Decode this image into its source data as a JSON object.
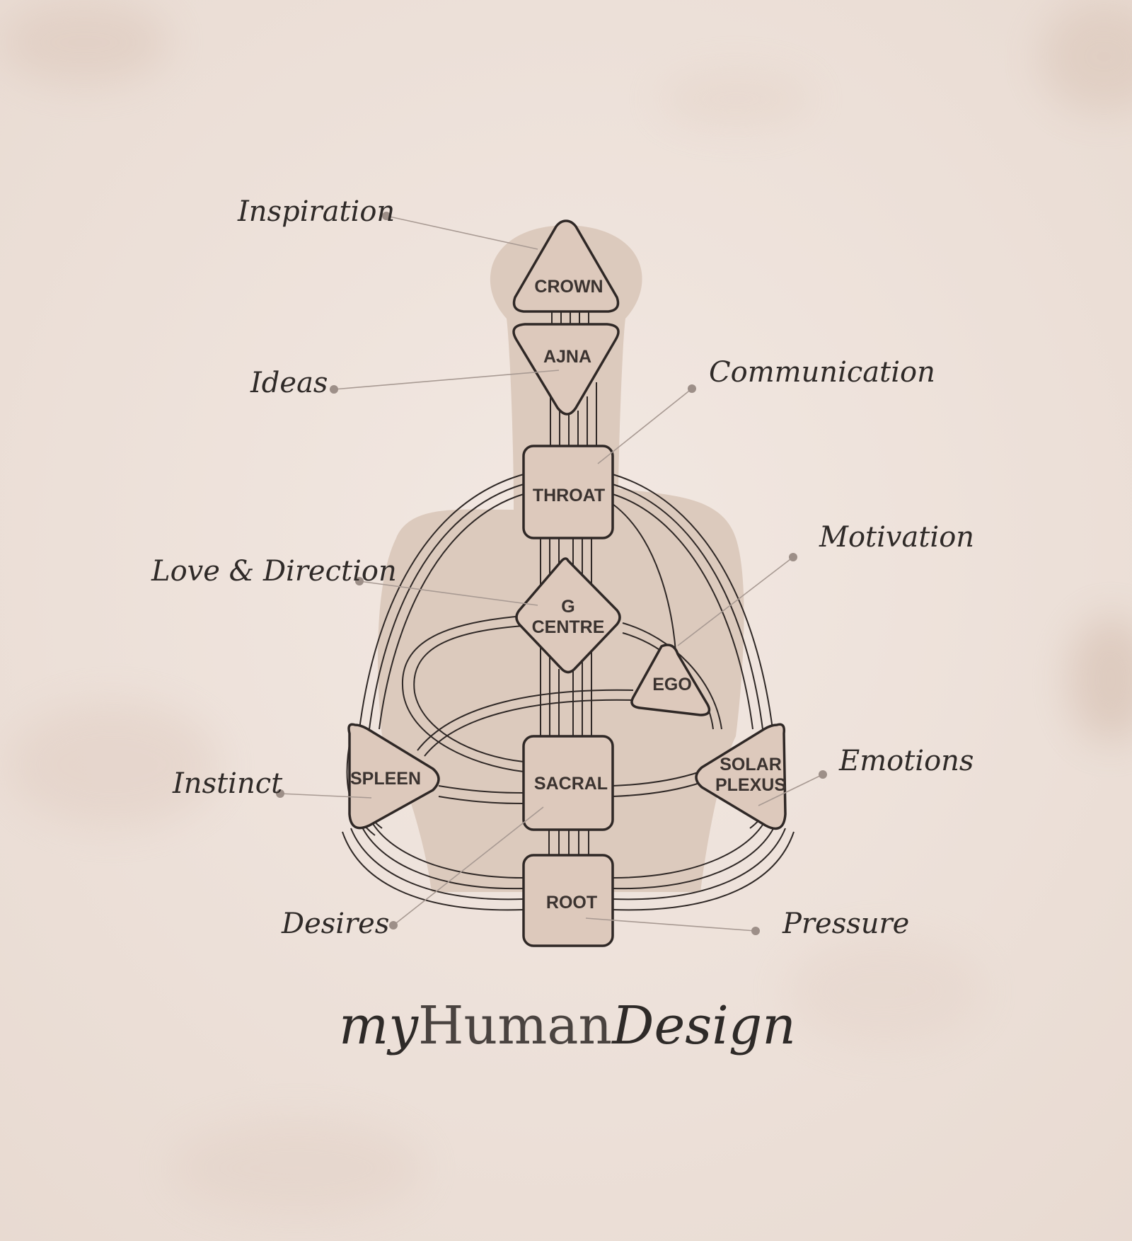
{
  "brand": {
    "prefix": "my",
    "middle": "Human",
    "suffix": "Design"
  },
  "centers": {
    "crown": [
      "CROWN"
    ],
    "ajna": [
      "AJNA"
    ],
    "throat": [
      "THROAT"
    ],
    "g_centre": [
      "G",
      "CENTRE"
    ],
    "ego": [
      "EGO"
    ],
    "spleen": [
      "SPLEEN"
    ],
    "sacral": [
      "SACRAL"
    ],
    "solar_plexus": [
      "SOLAR",
      "PLEXUS"
    ],
    "root": [
      "ROOT"
    ]
  },
  "themes": {
    "inspiration": "Inspiration",
    "ideas": "Ideas",
    "communication": "Communication",
    "motivation": "Motivation",
    "love_direction": "Love & Direction",
    "emotions": "Emotions",
    "instinct": "Instinct",
    "desires": "Desires",
    "pressure": "Pressure"
  },
  "colors": {
    "background": "#efe3dc",
    "silhouette": "#dccabd",
    "center_fill": "#ddc9bc",
    "outline": "#2f2826",
    "leader_line": "#a89a93",
    "leader_dot": "#9d8f88"
  }
}
